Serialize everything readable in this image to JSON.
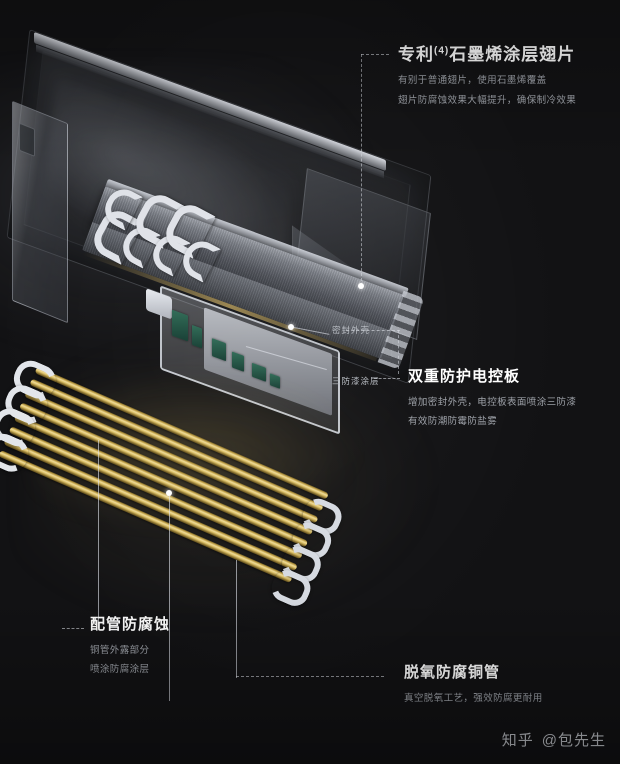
{
  "page": {
    "background_color": "#121214",
    "accent_text_color": "#ffffff",
    "body_text_color": "#9da1a8"
  },
  "annotations": [
    {
      "id": "graphene-fin",
      "title_main": "专利",
      "title_sup": "(4)",
      "title_rest": "石墨烯涂层翅片",
      "desc_line1": "有别于普通翅片，使用石墨烯覆盖",
      "desc_line2": "翅片防腐蚀效果大幅提升，确保制冷效果"
    },
    {
      "id": "control-board",
      "title": "双重防护电控板",
      "desc_line1": "增加密封外壳，电控板表面喷涂三防漆",
      "desc_line2": "有效防潮防霉防盐雾"
    },
    {
      "id": "pipe-anticorrosion",
      "title": "配管防腐蚀",
      "desc_line1": "铜管外露部分",
      "desc_line2": "喷涂防腐涂层"
    },
    {
      "id": "deoxidized-copper-pipe",
      "title": "脱氧防腐铜管",
      "desc_line1": "真空脱氧工艺，强效防腐更耐用",
      "desc_line2": ""
    }
  ],
  "callouts": {
    "sealed_shell": "密封外壳",
    "tri_proof_coating": "三防漆涂层"
  },
  "watermark": {
    "platform": "知乎",
    "author": "@包先生"
  }
}
